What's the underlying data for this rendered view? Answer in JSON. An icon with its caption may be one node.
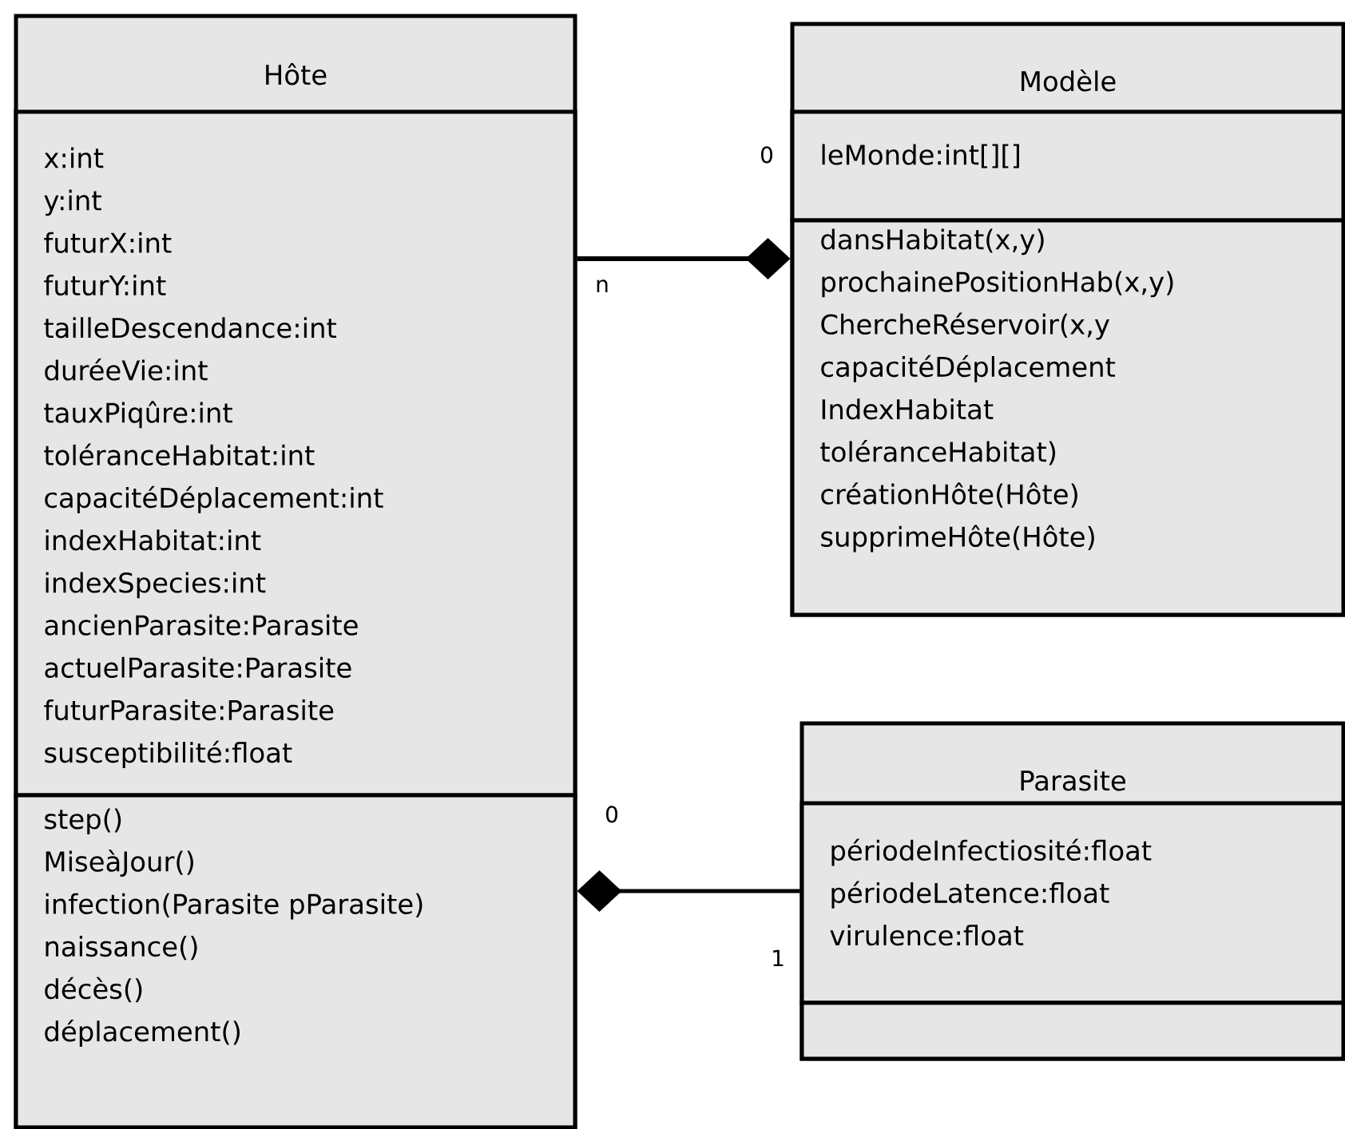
{
  "diagram": {
    "nodes": [
      {
        "text": [
          "Hôte"
        ]
      },
      {
        "text": [
          "x:int",
          "y:int",
          "futurX:int",
          "futurY:int",
          "tailleDescendance:int",
          "duréeVie:int",
          "tauxPiqûre:int",
          "toléranceHabitat:int",
          "capacitéDéplacement:int",
          "indexHabitat:int",
          "indexSpecies:int",
          "ancienParasite:Parasite",
          "actuelParasite:Parasite",
          "futurParasite:Parasite",
          "susceptibilité:float"
        ],
        "in": 0
      },
      {
        "text": [
          "step()",
          "MiseàJour()",
          "infection(Parasite pParasite)",
          "naissance()",
          "décès()",
          "déplacement()"
        ],
        "in": 0
      },
      {
        "text": [
          "Modèle"
        ]
      },
      {
        "text": [
          "leMonde:int[][]"
        ],
        "in": 3
      },
      {
        "text": [
          "dansHabitat(x,y)",
          "prochainePositionHab(x,y)",
          "ChercheRéservoir(x,y",
          "capacitéDéplacement",
          "IndexHabitat",
          "toléranceHabitat)",
          "créationHôte(Hôte)",
          "supprimeHôte(Hôte)"
        ],
        "in": 3
      },
      {
        "text": [
          "Parasite"
        ]
      },
      {
        "text": [
          "périodeInfectiosité:float",
          "périodeLatence:float",
          "virulence:float"
        ],
        "in": 6
      },
      {
        "text": [],
        "shape": "box",
        "in": 6
      }
    ],
    "edges": [
      {
        "from": 0,
        "to": 3,
        "arrow": "other"
      },
      {
        "from": 6,
        "to": 0,
        "arrow": "other"
      }
    ],
    "labels": [
      "0",
      "n",
      "0",
      "1"
    ]
  }
}
